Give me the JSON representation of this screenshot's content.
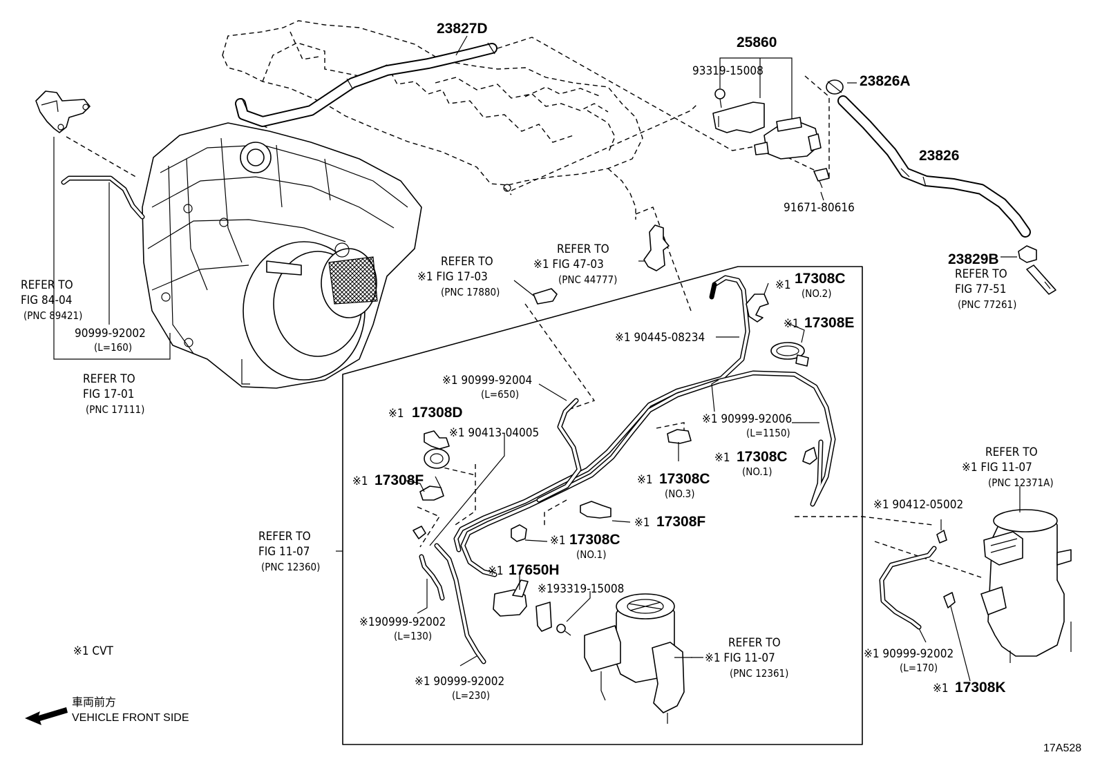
{
  "diagram_code": "17A528",
  "note": "※1  CVT",
  "direction": {
    "jp": "車両前方",
    "en": "VEHICLE FRONT SIDE"
  },
  "labels": {
    "p23827D": "23827D",
    "p25860": "25860",
    "p93319": "93319-15008",
    "p23826A": "23826A",
    "p23826": "23826",
    "p91671": "91671-80616",
    "p23829B": "23829B",
    "ref7751": {
      "a": "REFER TO",
      "b": "FIG 77-51",
      "c": "(PNC 77261)"
    },
    "ref8404": {
      "a": "REFER TO",
      "b": "FIG 84-04",
      "c": "(PNC 89421)"
    },
    "p90999_160": {
      "a": "90999-92002",
      "b": "(L=160)"
    },
    "ref1701": {
      "a": "REFER TO",
      "b": "FIG 17-01",
      "c": "(PNC 17111)"
    },
    "ref1703": {
      "a": "REFER TO",
      "b": "※1 FIG 17-03",
      "c": "(PNC 17880)"
    },
    "ref4703": {
      "a": "REFER TO",
      "b": "※1 FIG 47-03",
      "c": "(PNC 44777)"
    },
    "p17308C_no2": {
      "a": "※1",
      "b": "17308C",
      "c": "(NO.2)"
    },
    "p17308E": {
      "a": "※1",
      "b": "17308E"
    },
    "p90445": "※1 90445-08234",
    "p90999_650": {
      "a": "※1 90999-92004",
      "b": "(L=650)"
    },
    "p17308D": {
      "a": "※1",
      "b": "17308D"
    },
    "p90413": "※1 90413-04005",
    "p90999_1150": {
      "a": "※1  90999-92006",
      "b": "(L=1150)"
    },
    "p17308C_no1a": {
      "a": "※1",
      "b": "17308C",
      "c": "(NO.1)"
    },
    "p17308F_a": {
      "a": "※1",
      "b": "17308F"
    },
    "p17308C_no3": {
      "a": "※1",
      "b": "17308C",
      "c": "(NO.3)"
    },
    "p17308F_b": {
      "a": "※1",
      "b": "17308F"
    },
    "p17308C_no1b": {
      "a": "※1",
      "b": "17308C",
      "c": "(NO.1)"
    },
    "ref1107a": {
      "a": "REFER TO",
      "b": "FIG 11-07",
      "c": "(PNC 12360)"
    },
    "p17650H": {
      "a": "※1",
      "b": "17650H"
    },
    "p93319b": "※193319-15008",
    "p90999_130": {
      "a": "※190999-92002",
      "b": "(L=130)"
    },
    "p90999_230": {
      "a": "※1 90999-92002",
      "b": "(L=230)"
    },
    "ref1107b": {
      "a": "REFER TO",
      "b": "※1 FIG 11-07",
      "c": "(PNC 12361)"
    },
    "ref1107c": {
      "a": "REFER TO",
      "b": "※1 FIG 11-07",
      "c": "(PNC 12371A)"
    },
    "p90412": "※1 90412-05002",
    "p90999_170": {
      "a": "※1 90999-92002",
      "b": "(L=170)"
    },
    "p17308K": {
      "a": "※1",
      "b": "17308K"
    }
  }
}
